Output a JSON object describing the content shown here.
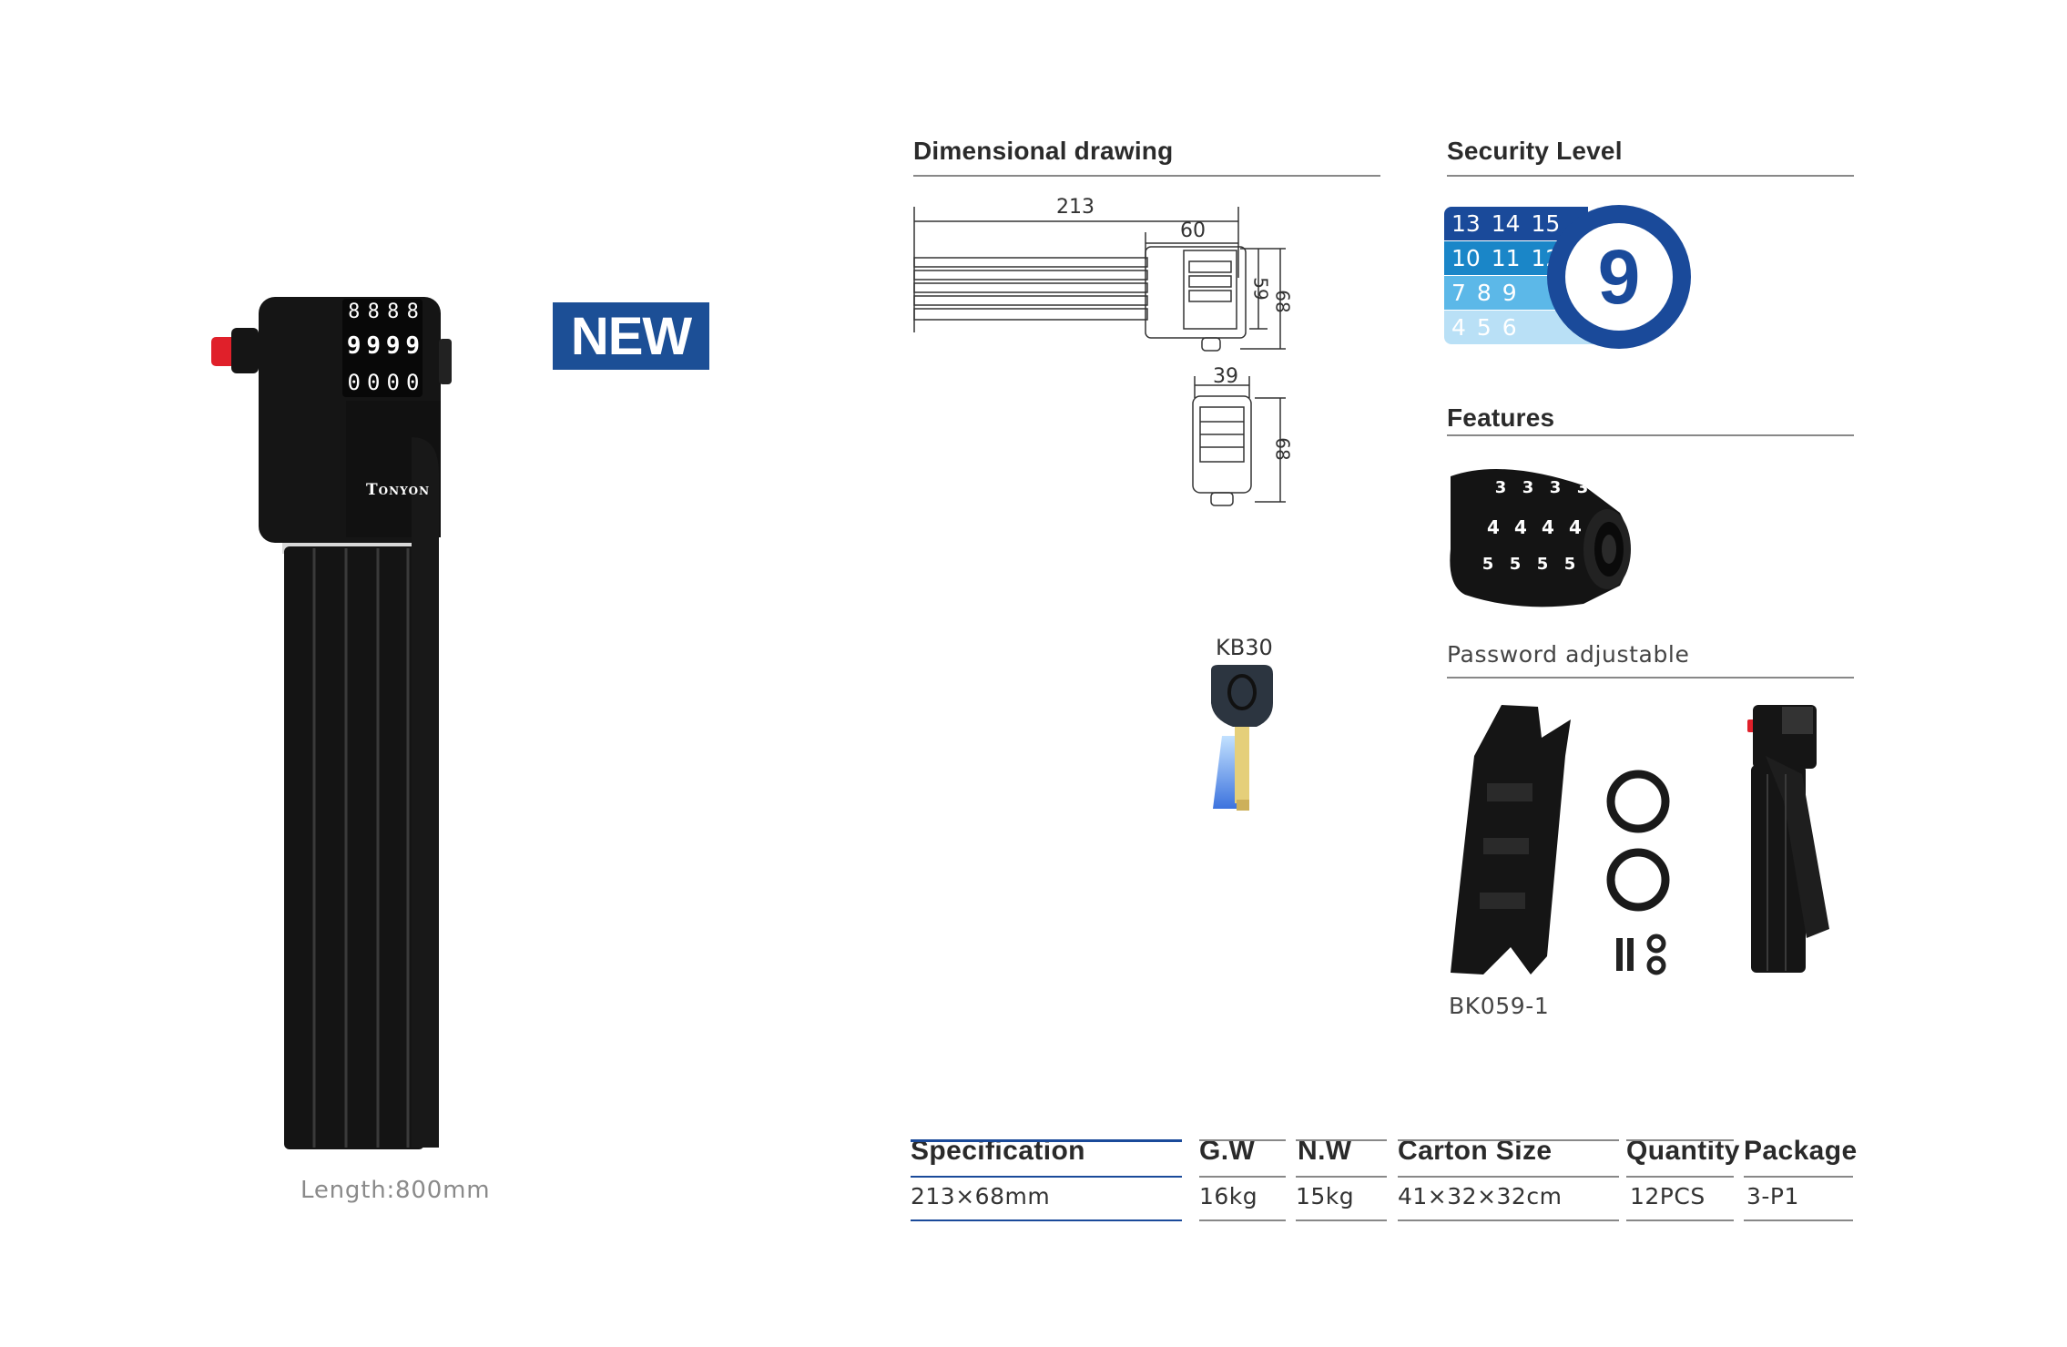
{
  "badge": {
    "label": "NEW",
    "color": "#1c4f96"
  },
  "product": {
    "brand": "Tonyon",
    "dial_top": [
      "8",
      "8",
      "8",
      "8"
    ],
    "dial_mid": [
      "9",
      "9",
      "9",
      "9"
    ],
    "dial_bot": [
      "0",
      "0",
      "0",
      "0"
    ],
    "length_caption": "Length:800mm"
  },
  "dimensional": {
    "title": "Dimensional drawing",
    "dims": {
      "length": "213",
      "head": "60",
      "h_inner": "59",
      "h_outer": "68",
      "width": "39",
      "h_side": "68"
    }
  },
  "key": {
    "label": "KB30"
  },
  "security": {
    "title": "Security Level",
    "rows": [
      "13 14 15",
      "10 11 12",
      "7  8  9",
      "4  5  6"
    ],
    "level": "9",
    "colors": [
      "#1a4a9a",
      "#1a86c8",
      "#5cb8e8",
      "#b9e0f6"
    ]
  },
  "features": {
    "title": "Features",
    "dial_digits": [
      [
        "3",
        "3",
        "3",
        "3"
      ],
      [
        "4",
        "4",
        "4",
        "4"
      ],
      [
        "5",
        "5",
        "5",
        "5"
      ]
    ],
    "password_caption": "Password adjustable",
    "bracket_caption": "BK059-1"
  },
  "spec_table": {
    "headers": [
      "Specification",
      "G.W",
      "N.W",
      "Carton Size",
      "Quantity",
      "Package"
    ],
    "values": [
      "213×68mm",
      "16kg",
      "15kg",
      "41×32×32cm",
      "12PCS",
      "3-P1"
    ]
  }
}
